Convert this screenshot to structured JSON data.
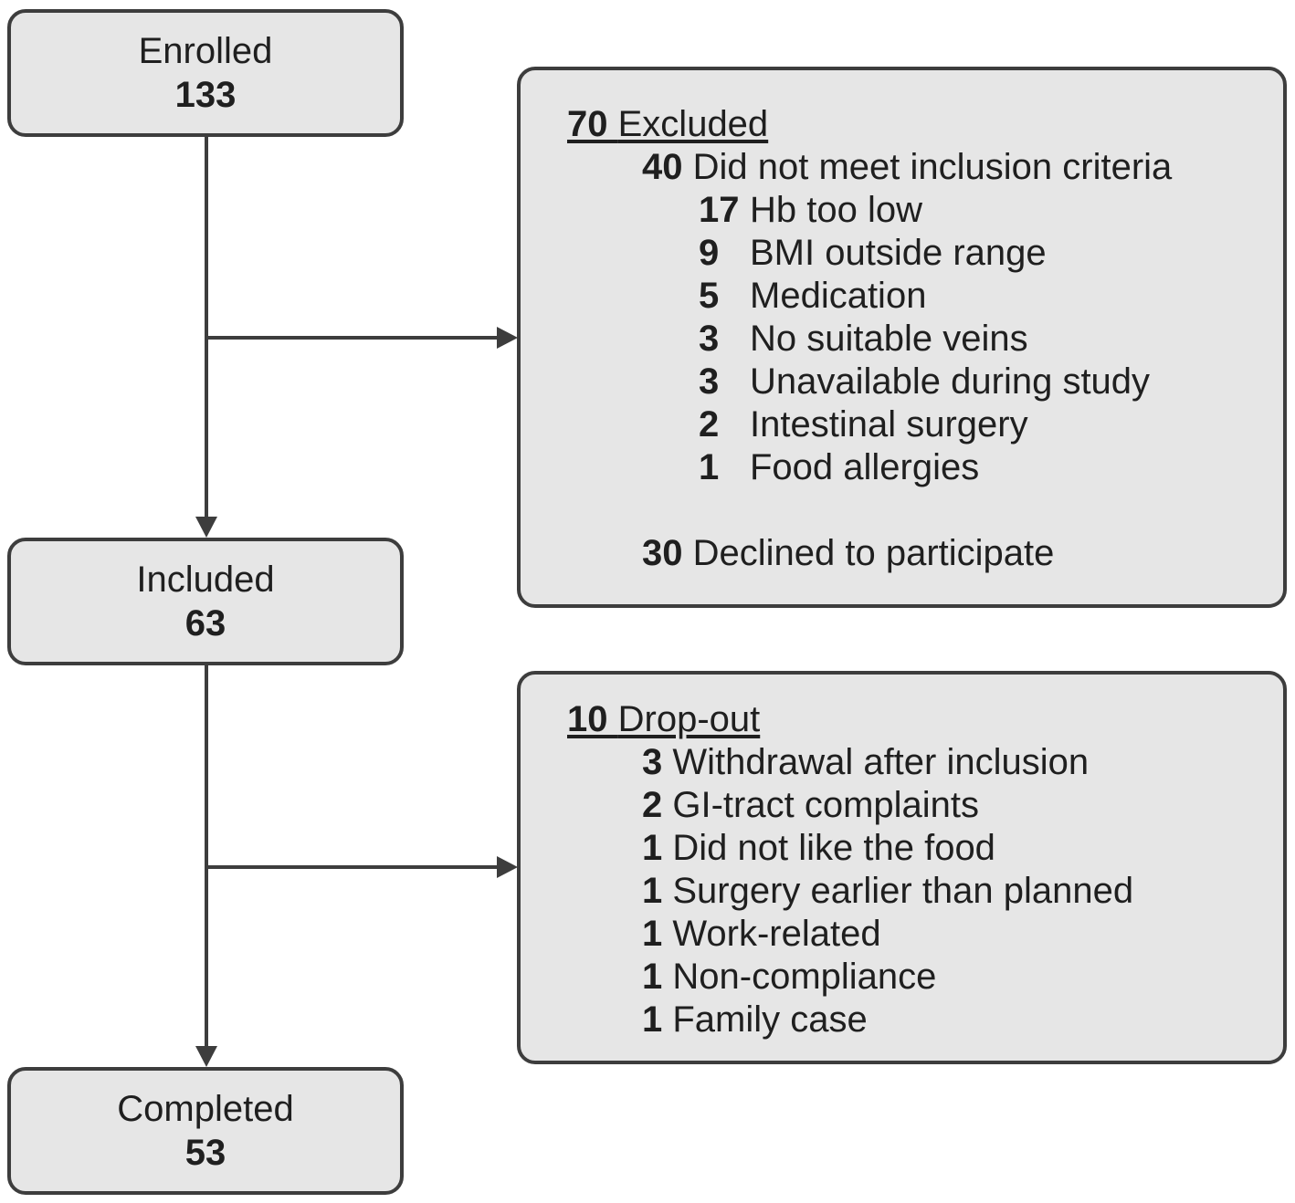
{
  "stages": {
    "enrolled": {
      "label": "Enrolled",
      "count": "133"
    },
    "included": {
      "label": "Included",
      "count": "63"
    },
    "completed": {
      "label": "Completed",
      "count": "53"
    }
  },
  "excluded": {
    "heading_count": "70",
    "heading_label": "Excluded",
    "criteria": {
      "count": "40",
      "label": "Did not meet inclusion criteria",
      "items": [
        {
          "count": "17",
          "label": "Hb too low"
        },
        {
          "count": "9",
          "label": "BMI outside range"
        },
        {
          "count": "5",
          "label": "Medication"
        },
        {
          "count": "3",
          "label": "No suitable veins"
        },
        {
          "count": "3",
          "label": "Unavailable during study"
        },
        {
          "count": "2",
          "label": "Intestinal surgery"
        },
        {
          "count": "1",
          "label": "Food allergies"
        }
      ]
    },
    "declined": {
      "count": "30",
      "label": "Declined to participate"
    }
  },
  "dropout": {
    "heading_count": "10",
    "heading_label": "Drop-out",
    "items": [
      {
        "count": "3",
        "label": "Withdrawal after inclusion"
      },
      {
        "count": "2",
        "label": "GI-tract complaints"
      },
      {
        "count": "1",
        "label": "Did not like the food"
      },
      {
        "count": "1",
        "label": "Surgery earlier than planned"
      },
      {
        "count": "1",
        "label": "Work-related"
      },
      {
        "count": "1",
        "label": "Non-compliance"
      },
      {
        "count": "1",
        "label": "Family case"
      }
    ]
  }
}
